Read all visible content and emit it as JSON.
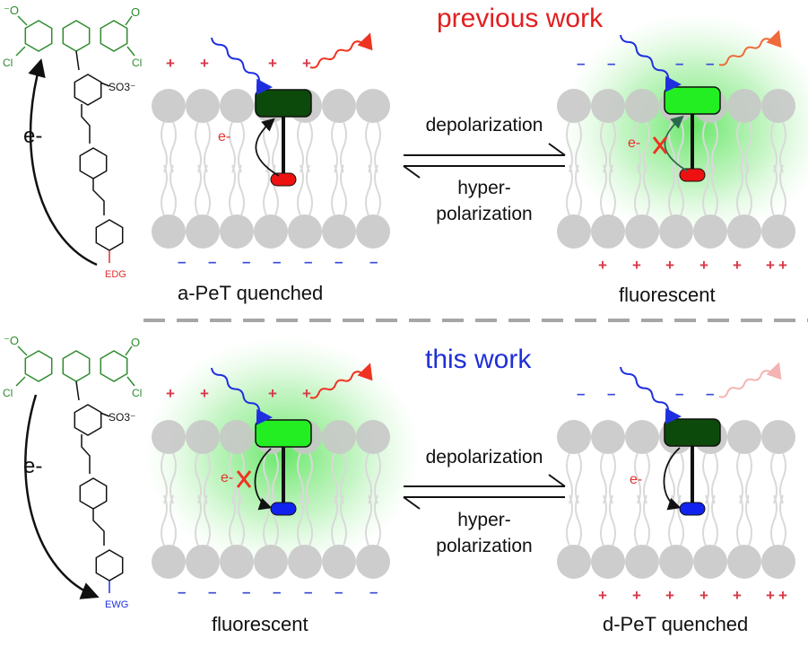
{
  "headers": {
    "top": "previous work",
    "bottom": "this work",
    "top_color": "#e02020",
    "bottom_color": "#1f2fd8"
  },
  "top_panel": {
    "left_caption": "a-PeT quenched",
    "right_caption": "fluorescent",
    "forward_label": "depolarization",
    "reverse_label_1": "hyper-",
    "reverse_label_2": "polarization",
    "electron_left": "e-",
    "electron_right": "e-",
    "arc_label": "e-",
    "substituent": "EDG"
  },
  "bottom_panel": {
    "left_caption": "fluorescent",
    "right_caption": "d-PeT quenched",
    "forward_label": "depolarization",
    "reverse_label_1": "hyper-",
    "reverse_label_2": "polarization",
    "electron_left": "e-",
    "electron_right": "e-",
    "arc_label": "e-",
    "substituent": "EWG"
  },
  "molecule": {
    "chloro": "Cl",
    "sulfonate": "SO3⁻",
    "phenolate": "⁻O",
    "carbonyl": "O"
  },
  "charges": {
    "positive": "+",
    "negative": "–"
  },
  "colors": {
    "dark_green": "#0b4a0b",
    "bright_green": "#22ee22",
    "red_acceptor": "#ee1111",
    "blue_acceptor": "#1122ee",
    "edg_red": "#e03030",
    "ewg_blue": "#2030e0",
    "lipid_gray": "#c8c8c8"
  },
  "icons": [
    "wavy-excitation-arrow-icon",
    "wavy-emission-arrow-icon",
    "cross-mark-icon",
    "curved-electron-arrow-icon"
  ]
}
